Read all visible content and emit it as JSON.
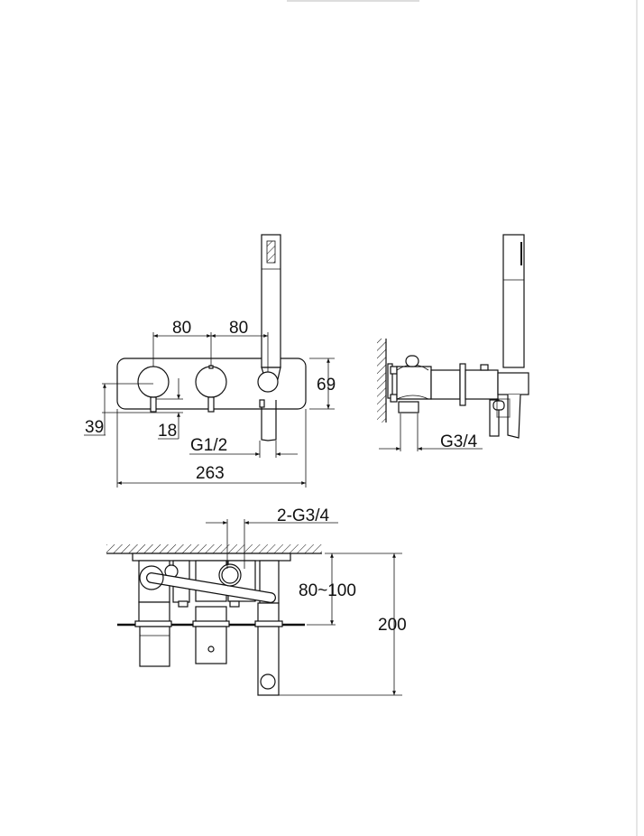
{
  "front_view": {
    "dim_knob_spacing_1": "80",
    "dim_knob_spacing_2": "80",
    "dim_plate_height": "69",
    "dim_knob_offset": "39",
    "dim_stem": "18",
    "dim_outlet_thread": "G1/2",
    "dim_plate_width": "263"
  },
  "side_view": {
    "dim_inlet_thread": "G3/4"
  },
  "top_view": {
    "dim_inlets": "2-G3/4",
    "dim_depth_range": "80~100",
    "dim_total_depth": "200"
  }
}
